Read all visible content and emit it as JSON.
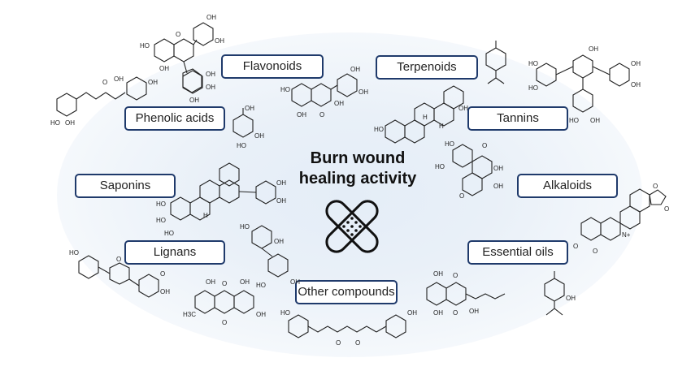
{
  "title_line1": "Burn wound",
  "title_line2": "healing activity",
  "categories": {
    "flavonoids": "Flavonoids",
    "terpenoids": "Terpenoids",
    "phenolic_acids": "Phenolic acids",
    "tannins": "Tannins",
    "saponins": "Saponins",
    "alkaloids": "Alkaloids",
    "lignans": "Lignans",
    "essential_oils": "Essential oils",
    "other_compounds": "Other compounds"
  },
  "atom_labels": {
    "oh": "OH",
    "ho": "HO",
    "o": "O",
    "h": "H",
    "h3c": "H3C",
    "n_plus": "N+"
  },
  "colors": {
    "box_border": "#1f3a6b",
    "glow": "#dbe6f4"
  },
  "icons": {
    "center": "bandage-cross-icon"
  }
}
